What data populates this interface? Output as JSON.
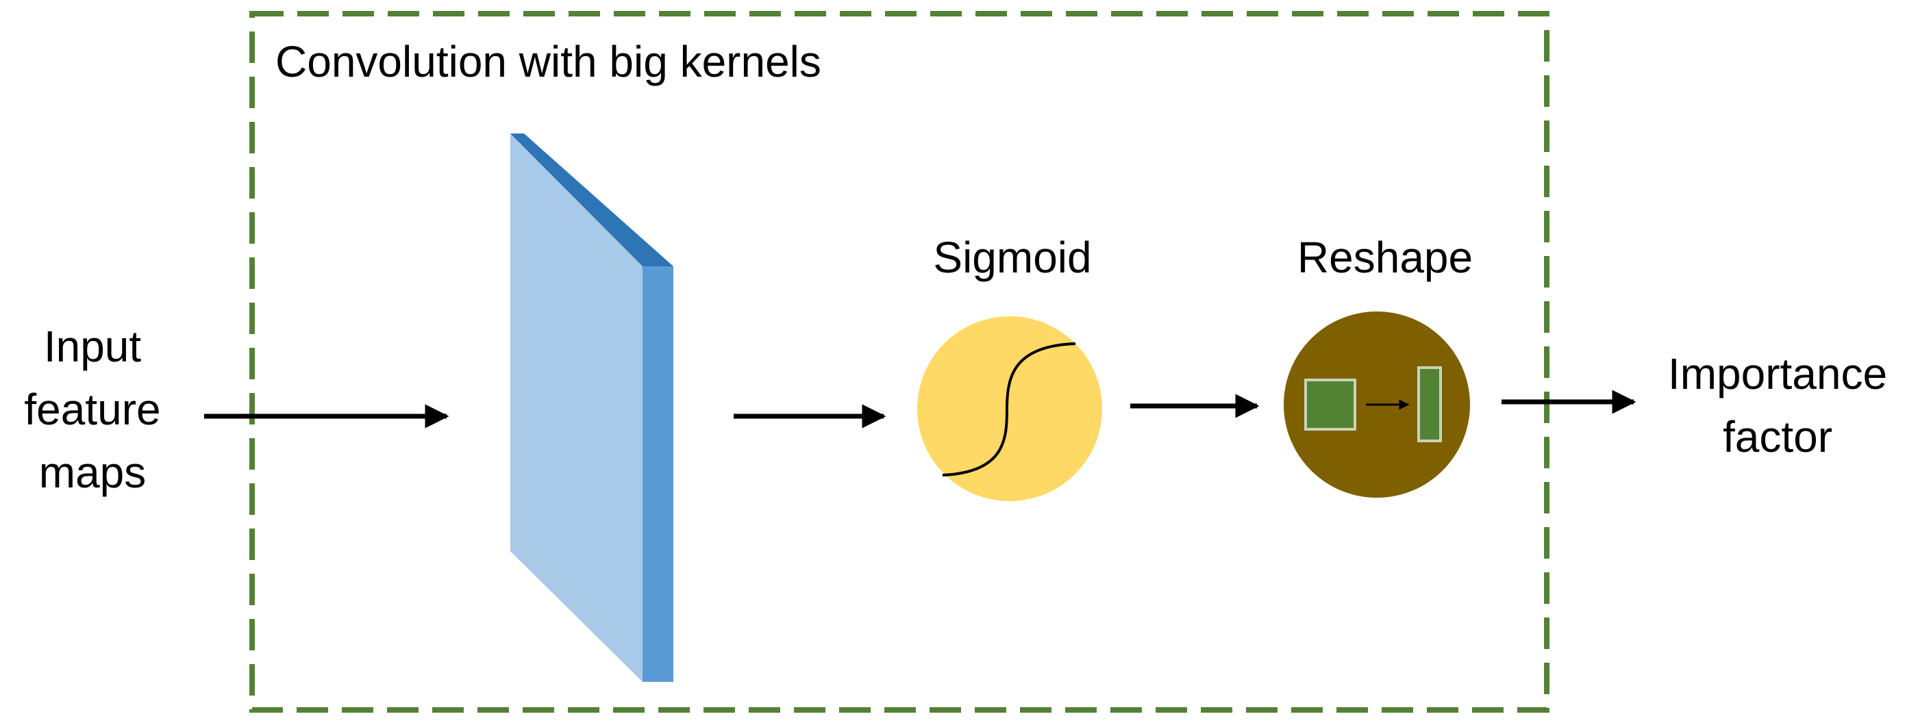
{
  "container": {
    "title": "Convolution with big kernels",
    "border_color": "#538135"
  },
  "input": {
    "lines": [
      "Input",
      "feature",
      "maps"
    ]
  },
  "conv_layer": {
    "front_color": "#A9C9E9",
    "side_color": "#5B9BD5",
    "top_color": "#2E75B6"
  },
  "sigmoid": {
    "label": "Sigmoid",
    "fill_color": "#FFD966",
    "icon": "sigmoid-curve-icon"
  },
  "reshape": {
    "label": "Reshape",
    "fill_color": "#7F6000",
    "icon": "reshape-icon",
    "block_color": "#548235"
  },
  "output": {
    "lines": [
      "Importance",
      "factor"
    ]
  },
  "colors": {
    "arrow": "#000000",
    "text": "#000000"
  }
}
